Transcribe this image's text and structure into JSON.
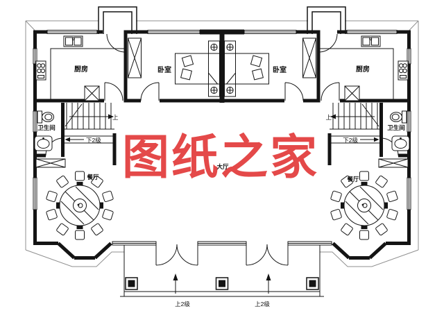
{
  "watermark": {
    "text": "图纸之家",
    "color": "#e23c3c"
  },
  "rooms": {
    "hall": "大厅",
    "left": {
      "kitchen": "厨房",
      "bedroom": "卧室",
      "bathroom": "卫生间",
      "dining": "餐厅"
    },
    "right": {
      "kitchen": "厨房",
      "bedroom": "卧室",
      "bathroom": "卫生间",
      "dining": "餐厅"
    }
  },
  "stairs": {
    "left": {
      "up": "上",
      "down": "下2级"
    },
    "right": {
      "up": "上",
      "down": "下2级"
    }
  },
  "entry_steps": {
    "left": "上2级",
    "right": "上2级"
  },
  "colors": {
    "watermark": "#e23c3c",
    "ink": "#141414",
    "eave": "#8f8f8f"
  }
}
